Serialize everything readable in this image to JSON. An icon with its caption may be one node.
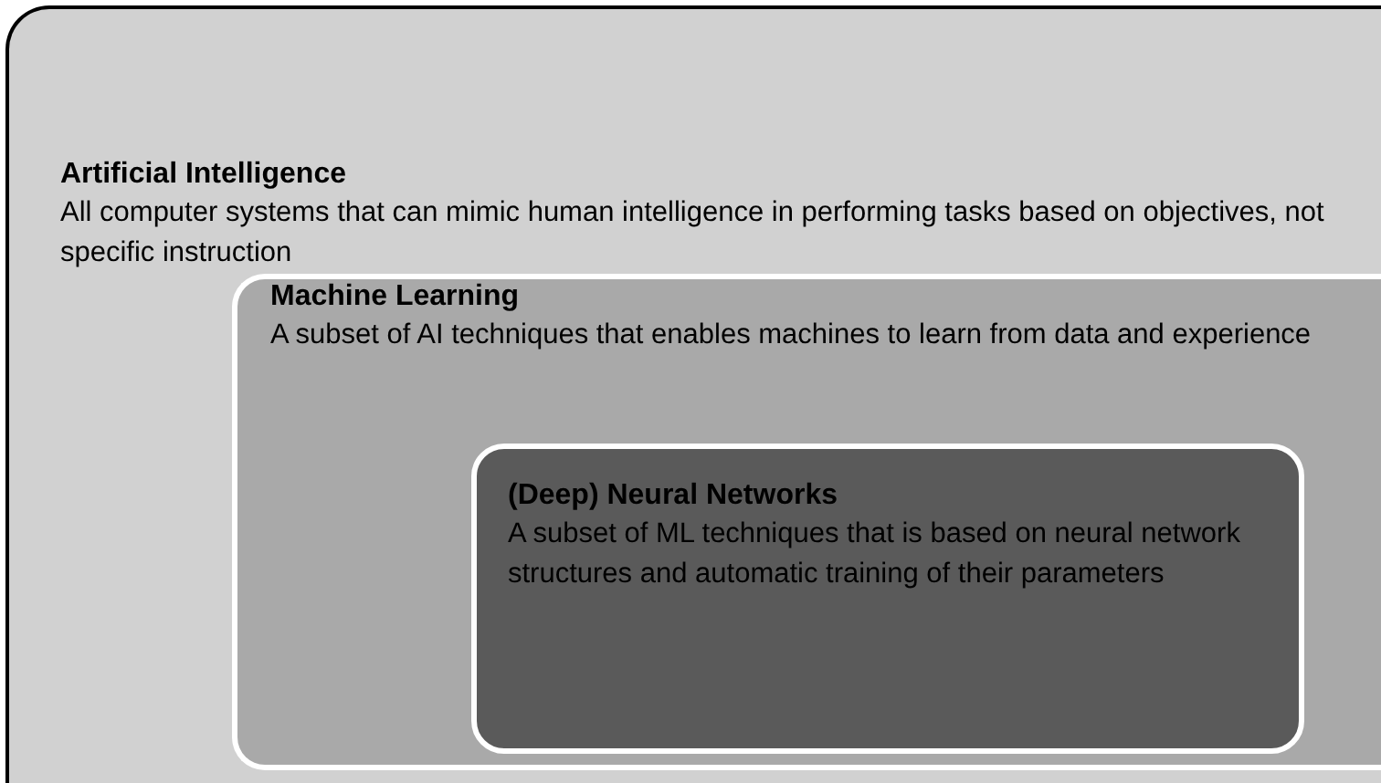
{
  "diagram": {
    "nodes": [
      {
        "text": [
          "Artificial Intelligence",
          "All computer systems that can mimic human intelligence in performing tasks based on objectives, not specific instruction"
        ]
      },
      {
        "text": [
          "Machine Learning",
          "A subset of AI techniques that enables machines to learn from data and experience"
        ],
        "in": 0
      },
      {
        "text": [
          "(Deep) Neural Networks",
          "A subset of ML techniques that is based on neural network structures and automatic training of their parameters"
        ],
        "in": 1
      }
    ]
  }
}
